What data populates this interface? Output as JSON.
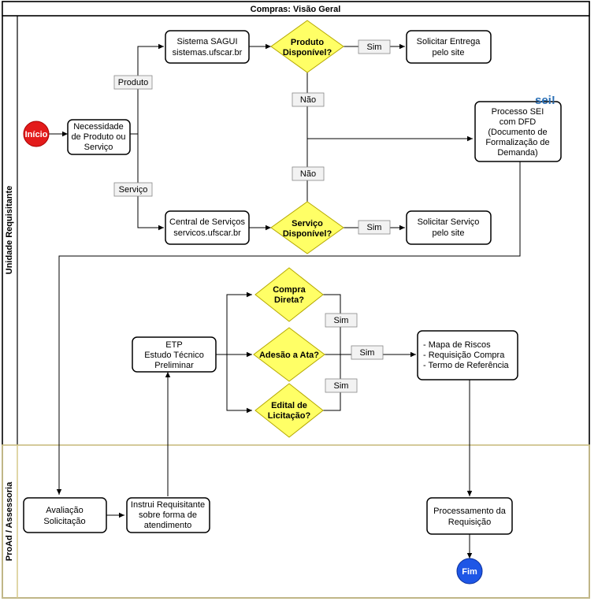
{
  "title": "Compras: Visão Geral",
  "lanes": {
    "top": "Unidade Requisitante",
    "bottom": "ProAd / Assessoria"
  },
  "nodes": {
    "inicio": "Início",
    "necessidade": [
      "Necessidade",
      "de Produto ou",
      "Serviço"
    ],
    "sagui": [
      "Sistema SAGUI",
      "sistemas.ufscar.br"
    ],
    "produto_disp": [
      "Produto",
      "Disponível?"
    ],
    "solicitar_entrega": [
      "Solicitar Entrega",
      "pelo site"
    ],
    "central_servicos": [
      "Central de Serviços",
      "servicos.ufscar.br"
    ],
    "servico_disp": [
      "Serviço",
      "Disponível?"
    ],
    "solicitar_servico": [
      "Solicitar Serviço",
      "pelo site"
    ],
    "processo_sei": [
      "Processo SEI",
      "com DFD",
      "(Documento de",
      "Formalização de",
      "Demanda)"
    ],
    "sei_logo": "sei!",
    "etp": [
      "ETP",
      "Estudo Técnico",
      "Preliminar"
    ],
    "compra_direta": [
      "Compra",
      "Direta?"
    ],
    "adesao_ata": "Adesão a Ata?",
    "edital": [
      "Edital de",
      "Licitação?"
    ],
    "mapa": [
      "- Mapa de Riscos",
      "- Requisição Compra",
      "- Termo de Referência"
    ],
    "avaliacao": [
      "Avaliação",
      "Solicitação"
    ],
    "instrui": [
      "Instrui Requisitante",
      "sobre forma de",
      "atendimento"
    ],
    "processamento": [
      "Processamento da",
      "Requisição"
    ],
    "fim": "Fim"
  },
  "edge_labels": {
    "produto": "Produto",
    "servico": "Serviço",
    "sim_produto": "Sim",
    "nao_produto": "Não",
    "nao_servico": "Não",
    "sim_servico": "Sim",
    "sim_compra": "Sim",
    "sim_adesao": "Sim",
    "sim_edital": "Sim"
  },
  "colors": {
    "start": "#e31b1b",
    "end": "#1e56e6",
    "decision": "#ffff66",
    "lane_border": "#d6c98a"
  }
}
